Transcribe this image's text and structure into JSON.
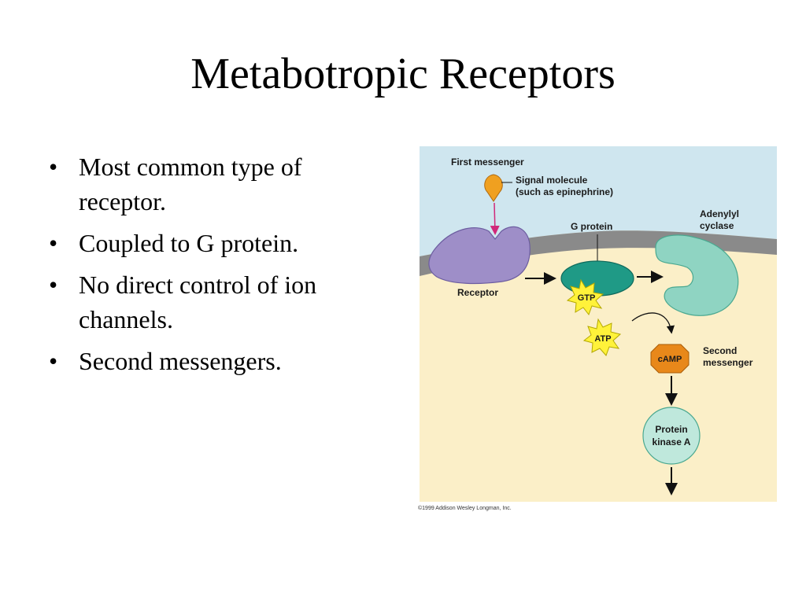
{
  "slide": {
    "title": "Metabotropic Receptors",
    "bullets": [
      "Most common type of receptor.",
      "Coupled to G protein.",
      "No direct control of ion channels.",
      "Second messengers."
    ]
  },
  "figure": {
    "first_messenger": "First messenger",
    "signal_molecule_line1": "Signal molecule",
    "signal_molecule_line2": "(such as epinephrine)",
    "g_protein": "G protein",
    "adenylyl_line1": "Adenylyl",
    "adenylyl_line2": "cyclase",
    "receptor": "Receptor",
    "gtp": "GTP",
    "atp": "ATP",
    "camp": "cAMP",
    "second_line1": "Second",
    "second_line2": "messenger",
    "pka_line1": "Protein",
    "pka_line2": "kinase A",
    "copyright": "©1999 Addison Wesley Longman, Inc.",
    "colors": {
      "extracellular": "#cfe6ef",
      "membrane": "#8a8a8a",
      "cytoplasm": "#fbefc8",
      "receptor": "#9e8ec8",
      "g_protein": "#1f9a86",
      "adenylyl_cyclase": "#8fd4c2",
      "star": "#fff23a",
      "camp": "#e8881a",
      "signal_molecule": "#f0a020",
      "pka": "#bfe8dc"
    }
  }
}
